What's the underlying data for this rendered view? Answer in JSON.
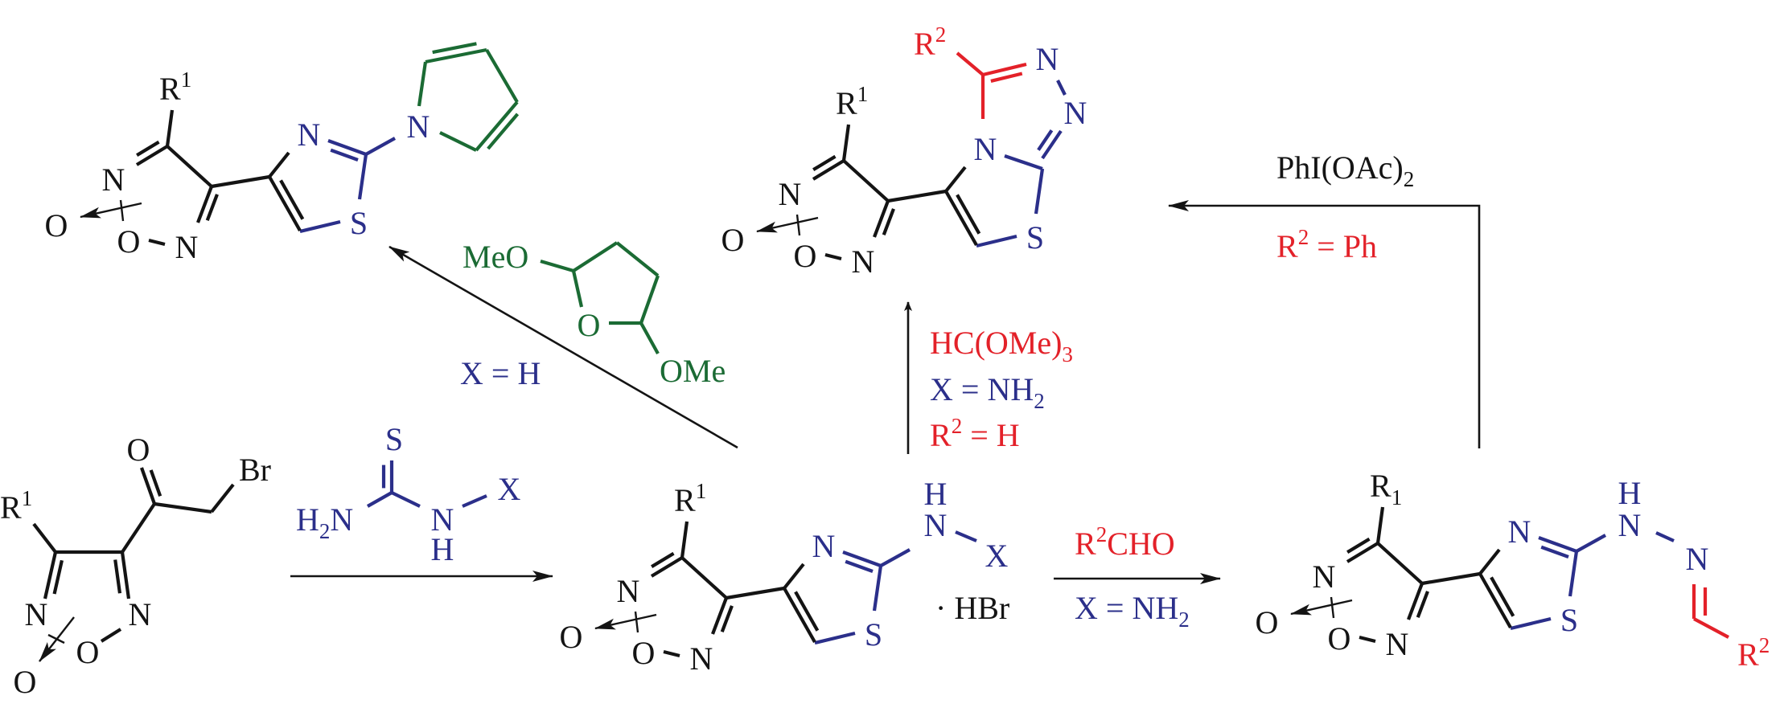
{
  "colors": {
    "black": "#141414",
    "blue": "#2b2f8a",
    "red": "#e32129",
    "green": "#1b6b34"
  },
  "starting_material": {
    "r": "R",
    "r_sup": "1",
    "carbonyl_o": "O",
    "br": "Br",
    "ring_n1": "N",
    "ring_n2": "N",
    "ring_o": "O",
    "n_oxide_o": "O"
  },
  "thiourea": {
    "s": "S",
    "h2n_h": "H",
    "h2n_sub": "2",
    "h2n_n": "N",
    "nh_n": "N",
    "nh_h": "H",
    "x": "X"
  },
  "aminothiazole_hbr": {
    "r": "R",
    "r_sup": "1",
    "ring_n1": "N",
    "ring_n2": "N",
    "ring_o": "O",
    "n_oxide_o": "O",
    "thiazole_n": "N",
    "thiazole_s": "S",
    "nh_n": "N",
    "nh_h": "H",
    "x": "X",
    "salt": "· HBr"
  },
  "pyrrolyl_product": {
    "r": "R",
    "r_sup": "1",
    "ring_n1": "N",
    "ring_n2": "N",
    "ring_o": "O",
    "n_oxide_o": "O",
    "thiazole_n": "N",
    "thiazole_s": "S",
    "pyrrole_n": "N"
  },
  "triazolothiazole_product": {
    "r": "R",
    "r_sup": "1",
    "ring_n1": "N",
    "ring_n2": "N",
    "ring_o": "O",
    "n_oxide_o": "O",
    "thiazole_n": "N",
    "thiazole_s": "S",
    "triazole_n1": "N",
    "triazole_n2": "N",
    "r2": "R",
    "r2_sup": "2"
  },
  "hydrazone_product": {
    "r": "R",
    "r_sub": "1",
    "ring_n1": "N",
    "ring_n2": "N",
    "ring_o": "O",
    "n_oxide_o": "O",
    "thiazole_n": "N",
    "thiazole_s": "S",
    "nh_n": "N",
    "nh_h": "H",
    "imine_n": "N",
    "r2": "R",
    "r2_sup": "2"
  },
  "conditions": {
    "pyrrole_route": {
      "x_eq": "X = H",
      "meo": "MeO",
      "ring_o": "O",
      "ome": "OMe"
    },
    "orthoformate_route": {
      "reagent": "HC(OMe)",
      "reagent_sub": "3",
      "x_eq": "X = NH",
      "x_sub": "2",
      "r2": "R",
      "r2_sup": "2",
      "r2_eq": " = H"
    },
    "aldehyde_route": {
      "r2": "R",
      "r2_sup": "2",
      "reagent": "CHO",
      "x_eq": "X = NH",
      "x_sub": "2"
    },
    "oxidation_route": {
      "reagent": "PhI(OAc)",
      "reagent_sub": "2",
      "r2": "R",
      "r2_sup": "2",
      "r2_eq": " = Ph"
    }
  }
}
